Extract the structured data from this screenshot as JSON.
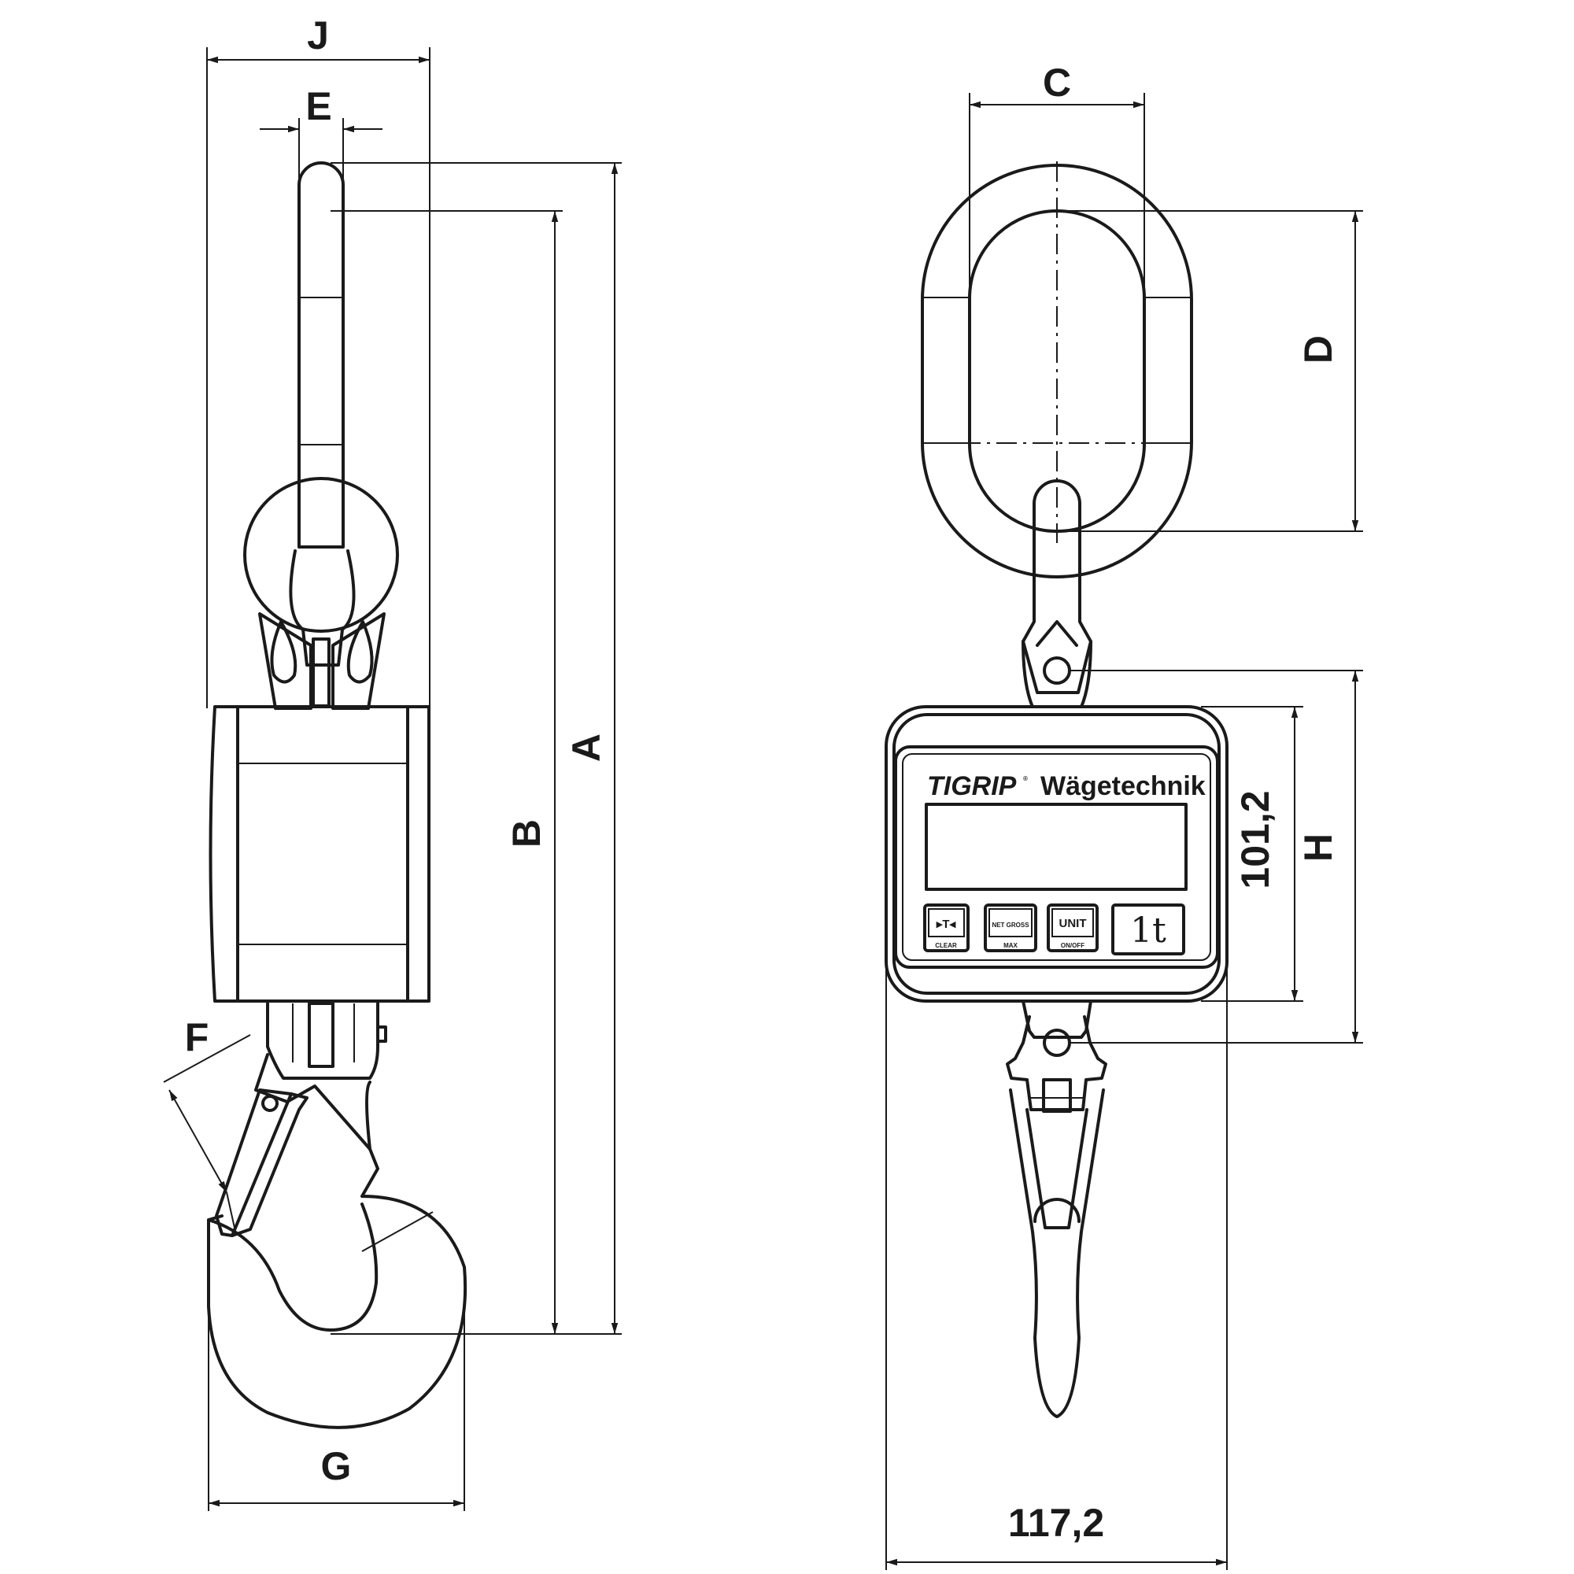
{
  "dimensions": {
    "A": "A",
    "B": "B",
    "C": "C",
    "D": "D",
    "E": "E",
    "F": "F",
    "G": "G",
    "H": "H",
    "J": "J",
    "height_display": "101,2",
    "width_display": "117,2"
  },
  "display": {
    "brand": "TIGRIP",
    "brand_mark": "®",
    "subtitle": "Wägetechnik",
    "capacity": "1t"
  },
  "keys": [
    {
      "top": "▸T◂",
      "bottom": "CLEAR"
    },
    {
      "top": "NET GROSS",
      "bottom": "MAX"
    },
    {
      "top": "UNIT",
      "bottom": "ON/OFF"
    }
  ]
}
